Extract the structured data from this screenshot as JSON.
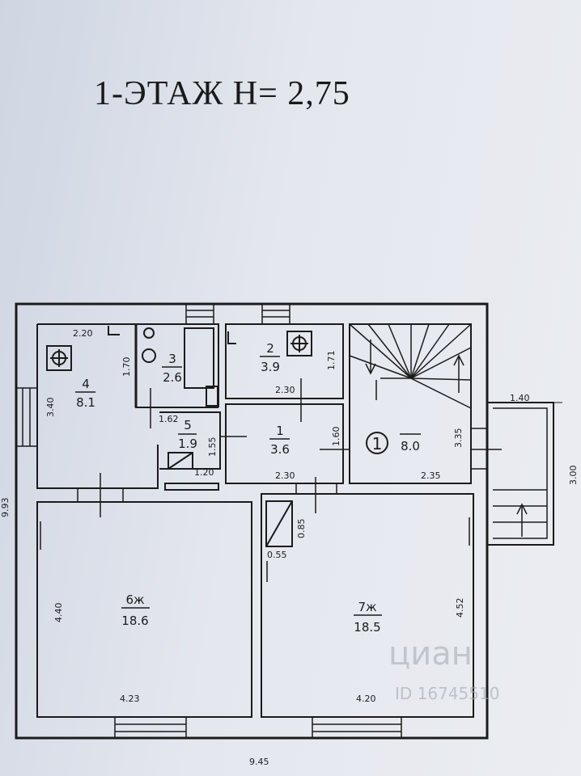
{
  "title": "1-ЭТАЖ  Н= 2,75",
  "rooms": [
    {
      "id": "room-1",
      "number": "1",
      "area": "3.6"
    },
    {
      "id": "room-2",
      "number": "2",
      "area": "3.9"
    },
    {
      "id": "room-3",
      "number": "3",
      "area": "2.6"
    },
    {
      "id": "room-4",
      "number": "4",
      "area": "8.1"
    },
    {
      "id": "room-5",
      "number": "5",
      "area": "1.9"
    },
    {
      "id": "room-6",
      "number": "6ж",
      "area": "18.6"
    },
    {
      "id": "room-7",
      "number": "7ж",
      "area": "18.5"
    },
    {
      "id": "room-8",
      "number": "8.0",
      "marker": "1"
    }
  ],
  "dimensions": {
    "d220": "2.20",
    "d170": "1.70",
    "d340": "3.40",
    "d162": "1.62",
    "d155": "1.55",
    "d120": "1.20",
    "d230_top": "2.30",
    "d171": "1.71",
    "d160": "1.60",
    "d230_bottom": "2.30",
    "d335": "3.35",
    "d235": "2.35",
    "d140": "1.40",
    "d300": "3.00",
    "d085": "0.85",
    "d055": "0.55",
    "d440": "4.40",
    "d452": "4.52",
    "d423": "4.23",
    "d420": "4.20",
    "d945": "9.45",
    "d_left_cut": "9.93"
  },
  "watermark": {
    "brand": "циан",
    "id": "ID 16745510"
  }
}
